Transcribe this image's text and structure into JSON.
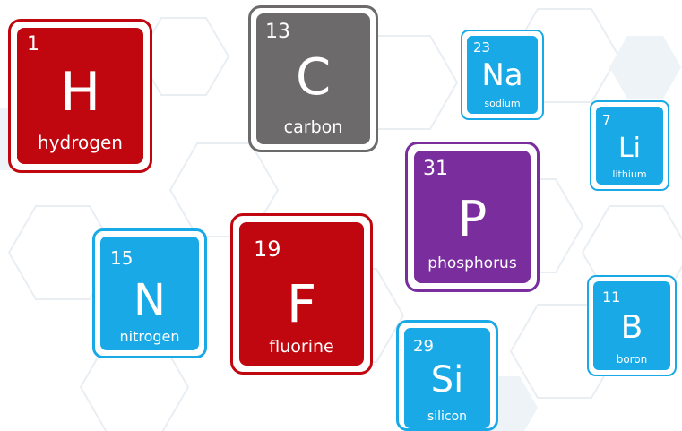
{
  "colors": {
    "red": "#c0070f",
    "gray": "#6c6a6a",
    "blue": "#19a9e6",
    "purple": "#7a2e9e"
  },
  "elements": [
    {
      "number": "1",
      "symbol": "H",
      "name": "hydrogen",
      "color": "#c0070f"
    },
    {
      "number": "13",
      "symbol": "C",
      "name": "carbon",
      "color": "#6c6a6a"
    },
    {
      "number": "23",
      "symbol": "Na",
      "name": "sodium",
      "color": "#19a9e6"
    },
    {
      "number": "7",
      "symbol": "Li",
      "name": "lithium",
      "color": "#19a9e6"
    },
    {
      "number": "31",
      "symbol": "P",
      "name": "phosphorus",
      "color": "#7a2e9e"
    },
    {
      "number": "15",
      "symbol": "N",
      "name": "nitrogen",
      "color": "#19a9e6"
    },
    {
      "number": "19",
      "symbol": "F",
      "name": "fluorine",
      "color": "#c0070f"
    },
    {
      "number": "11",
      "symbol": "B",
      "name": "boron",
      "color": "#19a9e6"
    },
    {
      "number": "29",
      "symbol": "Si",
      "name": "silicon",
      "color": "#19a9e6"
    }
  ]
}
